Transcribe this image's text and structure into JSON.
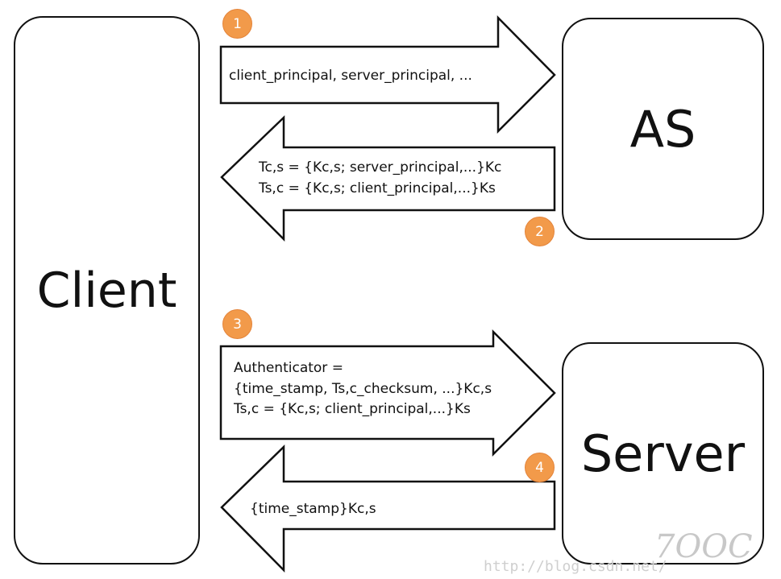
{
  "entities": {
    "client": "Client",
    "as": "AS",
    "server": "Server"
  },
  "steps": [
    {
      "number": "1",
      "lines": [
        "client_principal, server_principal, ..."
      ]
    },
    {
      "number": "2",
      "lines": [
        "Tc,s = {Kc,s; server_principal,...}Kc",
        "Ts,c = {Kc,s; client_principal,...}Ks"
      ]
    },
    {
      "number": "3",
      "lines": [
        "Authenticator =",
        "{time_stamp, Ts,c_checksum, ...}Kc,s",
        "Ts,c = {Kc,s; client_principal,...}Ks"
      ]
    },
    {
      "number": "4",
      "lines": [
        "{time_stamp}Kc,s"
      ]
    }
  ],
  "colors": {
    "badge": "#f29a4a",
    "stroke": "#111111"
  },
  "watermark": {
    "url": "http://blog.csdn.net/",
    "logo": "7OOC"
  }
}
